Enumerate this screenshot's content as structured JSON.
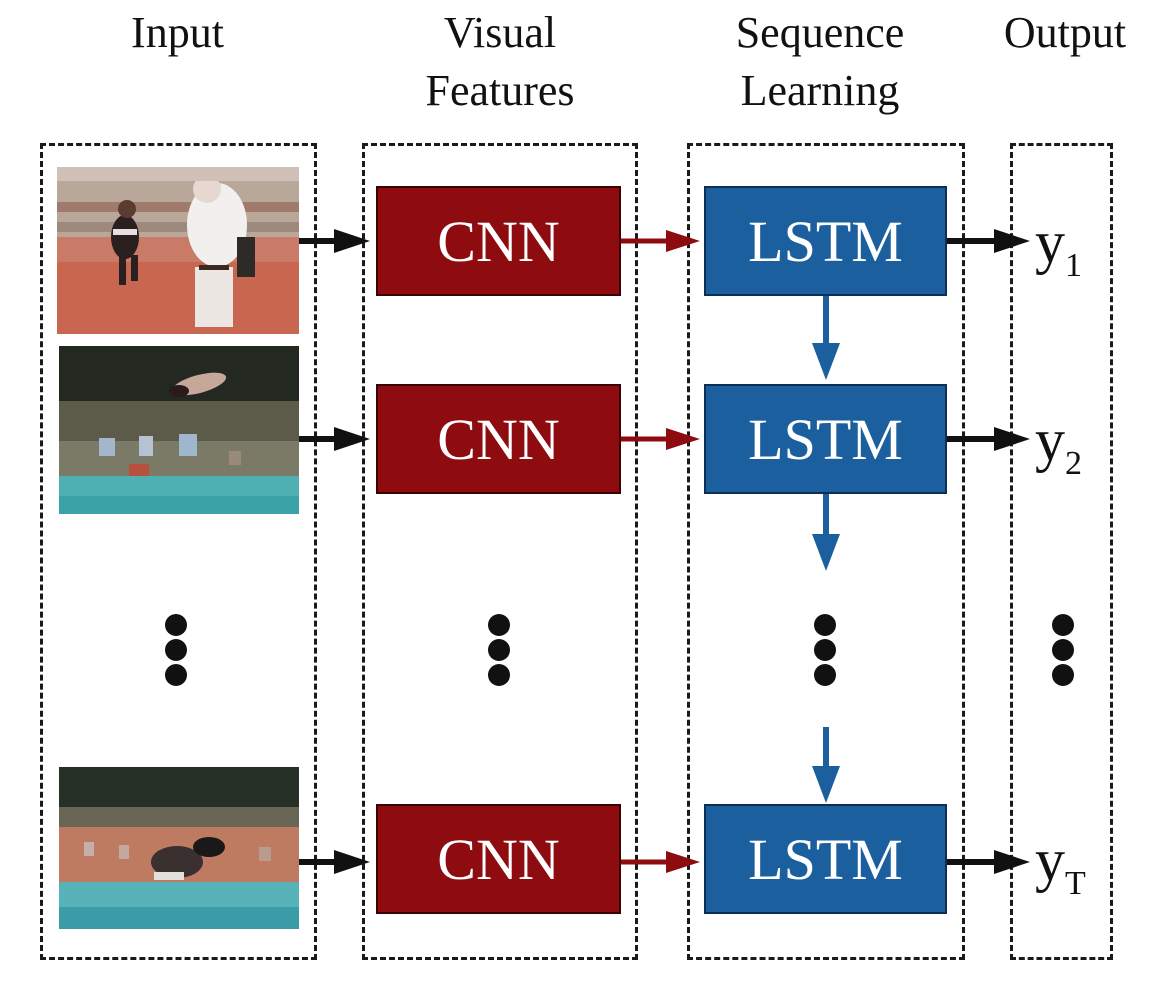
{
  "headers": {
    "input": "Input",
    "visual_line1": "Visual",
    "visual_line2": "Features",
    "sequence_line1": "Sequence",
    "sequence_line2": "Learning",
    "output": "Output"
  },
  "rows": [
    {
      "cnn": "CNN",
      "lstm": "LSTM",
      "y": "y",
      "sub": "1"
    },
    {
      "cnn": "CNN",
      "lstm": "LSTM",
      "y": "y",
      "sub": "2"
    },
    {
      "cnn": "CNN",
      "lstm": "LSTM",
      "y": "y",
      "sub": "T"
    }
  ],
  "colors": {
    "cnn_fill": "#8e0b0f",
    "lstm_fill": "#1b5f9e",
    "cnn_to_lstm_arrow": "#8e0b0f",
    "lstm_down_arrow": "#1b5f9e",
    "black_arrow": "#111111"
  }
}
